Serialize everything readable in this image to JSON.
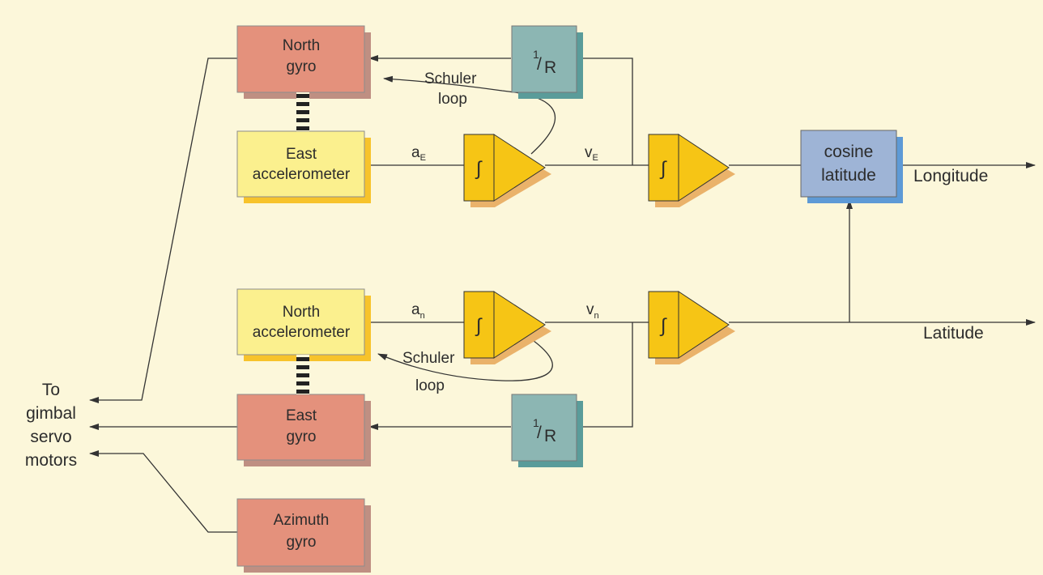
{
  "colors": {
    "background": "#fcf7da",
    "gyro": "#e4917c",
    "gyro_shadow": "#bf8f82",
    "accelerometer": "#fbf08e",
    "accelerometer_shadow": "#f7c32b",
    "integrator": "#f6c515",
    "integrator_shadow": "#eab26a",
    "inverse_radius": "#8cb6b3",
    "inverse_radius_shadow": "#5a9c9a",
    "cosine": "#9eb4d6",
    "cosine_shadow": "#5e9ad6"
  },
  "blocks": {
    "north_gyro": {
      "line1": "North",
      "line2": "gyro"
    },
    "east_accelerometer": {
      "line1": "East",
      "line2": "accelerometer"
    },
    "north_accelerometer": {
      "line1": "North",
      "line2": "accelerometer"
    },
    "east_gyro": {
      "line1": "East",
      "line2": "gyro"
    },
    "azimuth_gyro": {
      "line1": "Azimuth",
      "line2": "gyro"
    },
    "inverse_radius_top": {
      "numerator": "1",
      "slash": "/",
      "denominator": "R"
    },
    "inverse_radius_bottom": {
      "numerator": "1",
      "slash": "/",
      "denominator": "R"
    },
    "cosine_latitude": {
      "line1": "cosine",
      "line2": "latitude"
    },
    "integrator_symbol": "∫"
  },
  "signals": {
    "a_east": {
      "base": "a",
      "sub": "E"
    },
    "v_east": {
      "base": "v",
      "sub": "E"
    },
    "a_north": {
      "base": "a",
      "sub": "n"
    },
    "v_north": {
      "base": "v",
      "sub": "n"
    }
  },
  "loops": {
    "top": {
      "line1": "Schuler",
      "line2": "loop"
    },
    "bottom": {
      "line1": "Schuler",
      "line2": "loop"
    }
  },
  "outputs": {
    "longitude": "Longitude",
    "latitude": "Latitude",
    "gimbal": {
      "line1": "To",
      "line2": "gimbal",
      "line3": "servo",
      "line4": "motors"
    }
  }
}
